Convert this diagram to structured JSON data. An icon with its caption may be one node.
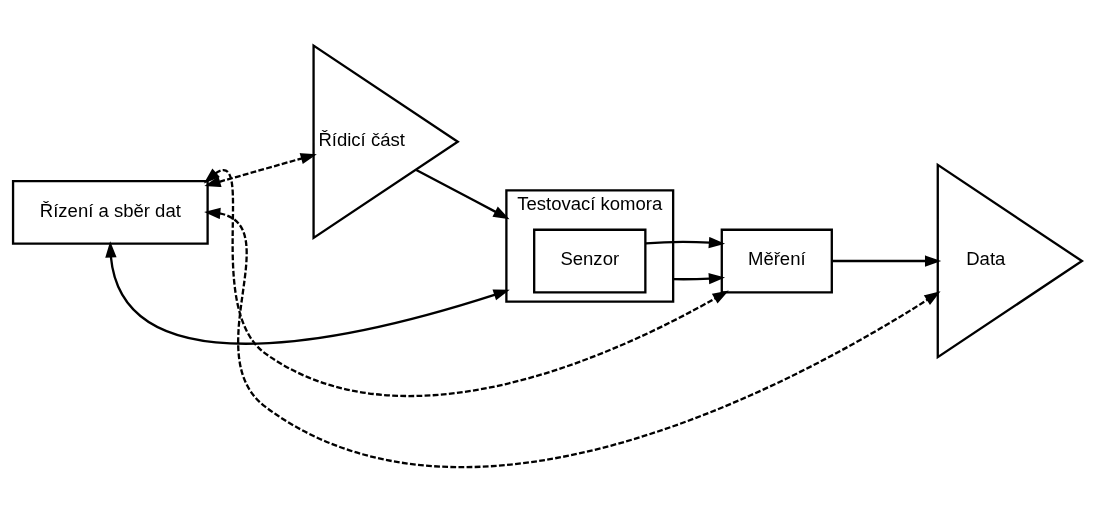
{
  "diagram": {
    "nodes": [
      {
        "text": [
          "Řízení a sběr dat"
        ]
      },
      {
        "text": [
          "Řídicí část"
        ]
      },
      {
        "text": [
          "Testovací komora"
        ]
      },
      {
        "text": [
          "Senzor"
        ],
        "in": 2
      },
      {
        "text": [
          "Měření"
        ]
      },
      {
        "text": [
          "Data"
        ]
      }
    ],
    "edges": [
      {
        "from": 0,
        "to": 1,
        "arrow": "both",
        "style": "dashed"
      },
      {
        "from": 0,
        "to": 2,
        "arrow": "both"
      },
      {
        "from": 0,
        "to": 4,
        "arrow": "both",
        "style": "dashed"
      },
      {
        "from": 0,
        "to": 5,
        "arrow": "both",
        "style": "dashed"
      },
      {
        "from": 1,
        "to": 2,
        "arrow": "to"
      },
      {
        "from": 2,
        "to": 4,
        "arrow": "to"
      },
      {
        "from": 3,
        "to": 4,
        "arrow": "to"
      },
      {
        "from": 4,
        "to": 5,
        "arrow": "to"
      }
    ]
  }
}
